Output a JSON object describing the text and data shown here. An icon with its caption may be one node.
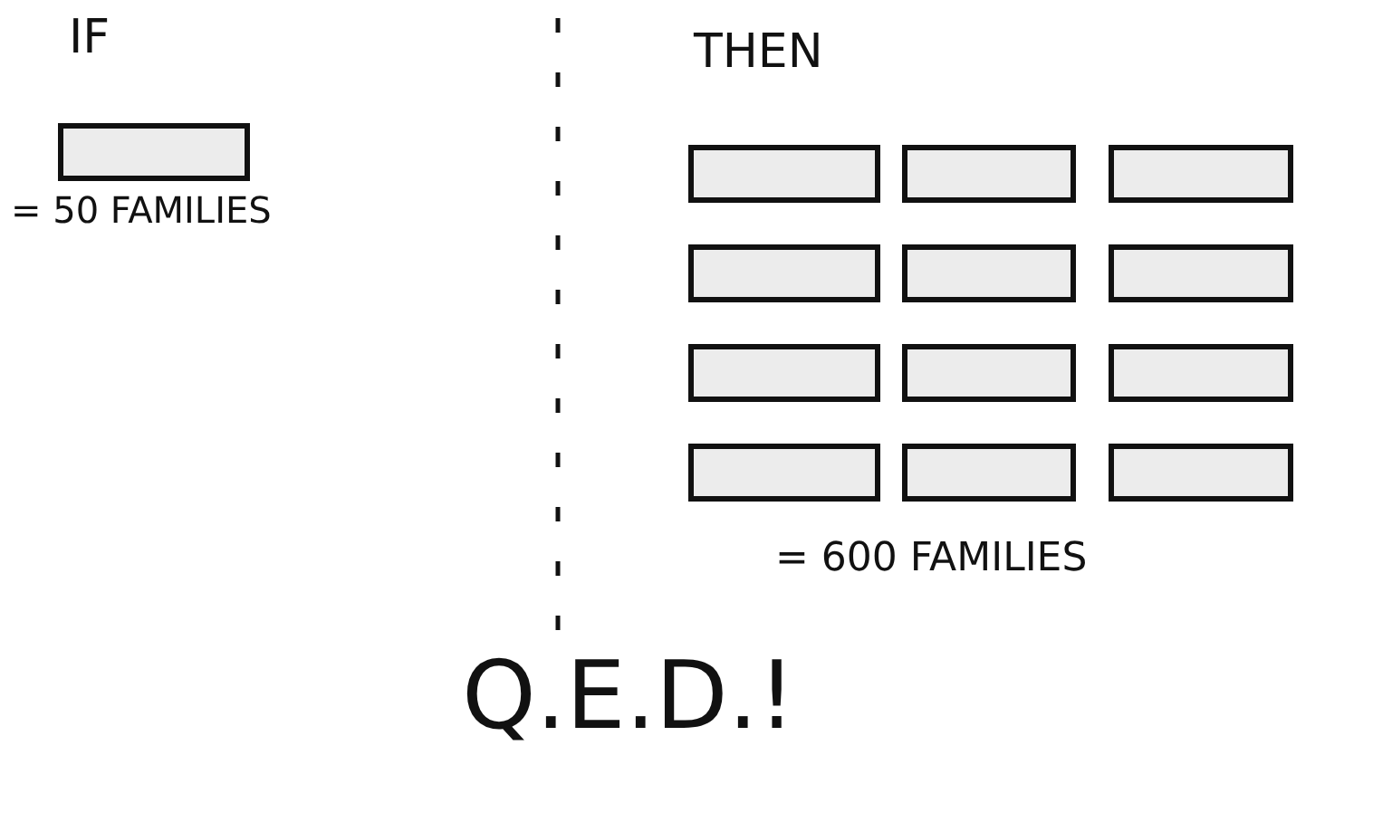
{
  "diagram": {
    "nodes": [
      {
        "text": [],
        "shape": "box",
        "beside": [
          "= 50 FAMILIES"
        ]
      },
      {
        "text": [],
        "shape": "box"
      },
      {
        "text": [],
        "shape": "box"
      },
      {
        "text": [],
        "shape": "box"
      },
      {
        "text": [],
        "shape": "box"
      },
      {
        "text": [],
        "shape": "box"
      },
      {
        "text": [],
        "shape": "box"
      },
      {
        "text": [],
        "shape": "box"
      },
      {
        "text": [],
        "shape": "box"
      },
      {
        "text": [],
        "shape": "box"
      },
      {
        "text": [],
        "shape": "box"
      },
      {
        "text": [],
        "shape": "box"
      },
      {
        "text": [],
        "shape": "box"
      }
    ],
    "labels": [
      "IF",
      "THEN",
      "= 600 FAMILIES",
      "Q.E.D.!"
    ]
  }
}
